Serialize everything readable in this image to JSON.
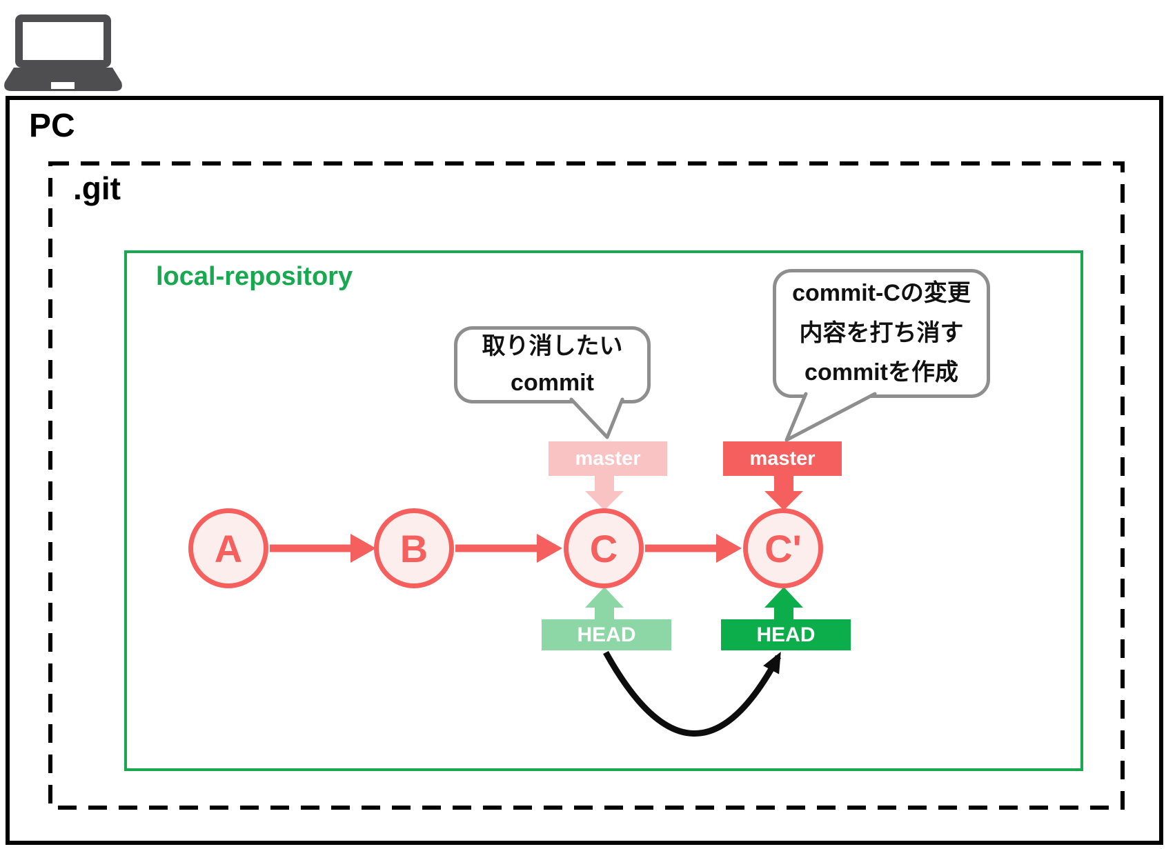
{
  "colors": {
    "red": "#f5605e",
    "pink": "#f9c2c3",
    "pink_fill": "#fdeeee",
    "green_dark": "#0cad4b",
    "green_light": "#8dd6a6",
    "green_border": "#17a850",
    "bubble_gray": "#8e8e8e",
    "laptop_gray": "#4e4e50"
  },
  "labels": {
    "pc": "PC",
    "git": ".git",
    "repo": "local-repository"
  },
  "commits": [
    {
      "id": "A"
    },
    {
      "id": "B"
    },
    {
      "id": "C"
    },
    {
      "id": "C'"
    }
  ],
  "badges": {
    "master_old": "master",
    "master_new": "master",
    "head_old": "HEAD",
    "head_new": "HEAD"
  },
  "bubbles": {
    "undo": {
      "lines": [
        "取り消したい",
        "commit"
      ]
    },
    "revert": {
      "lines": [
        "commit-Cの変更",
        "内容を打ち消す",
        "commitを作成"
      ]
    }
  }
}
